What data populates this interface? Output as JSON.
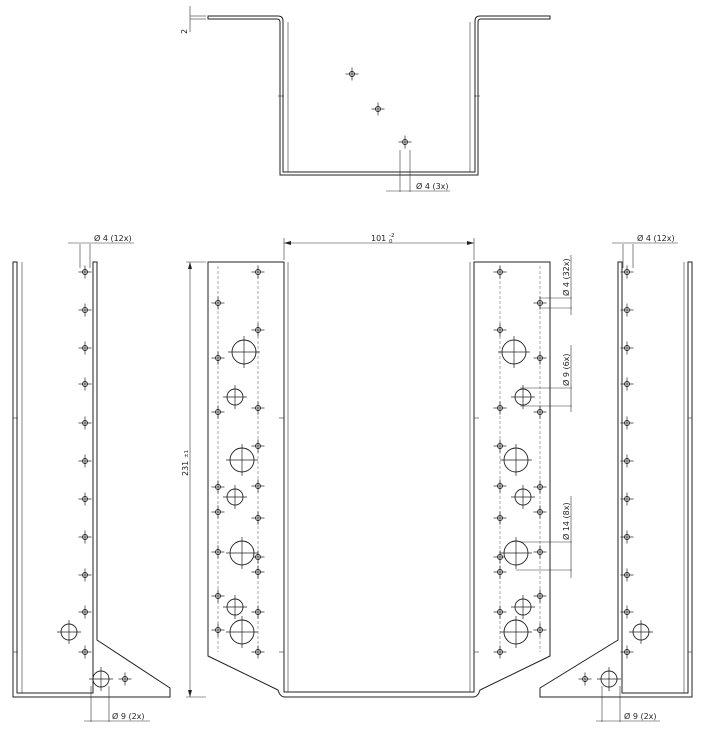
{
  "dimensions": {
    "top_thickness": "2",
    "top_hole_callout": "Ø 4 (3x)",
    "left_hole_callout": "Ø 4 (12x)",
    "left_bottom_callout": "Ø 9 (2x)",
    "width_value": "101",
    "width_tol_upper": "-2",
    "width_tol_lower": "0",
    "height_value": "231",
    "height_tol": "±1",
    "right_small_callout": "Ø 4 (32x)",
    "right_medium_callout": "Ø 9 (6x)",
    "right_large_callout": "Ø 14 (8x)",
    "far_right_hole_callout": "Ø 4 (12x)",
    "far_right_bottom_callout": "Ø 9 (2x)"
  },
  "colors": {
    "line": "#222222",
    "background": "#ffffff"
  }
}
